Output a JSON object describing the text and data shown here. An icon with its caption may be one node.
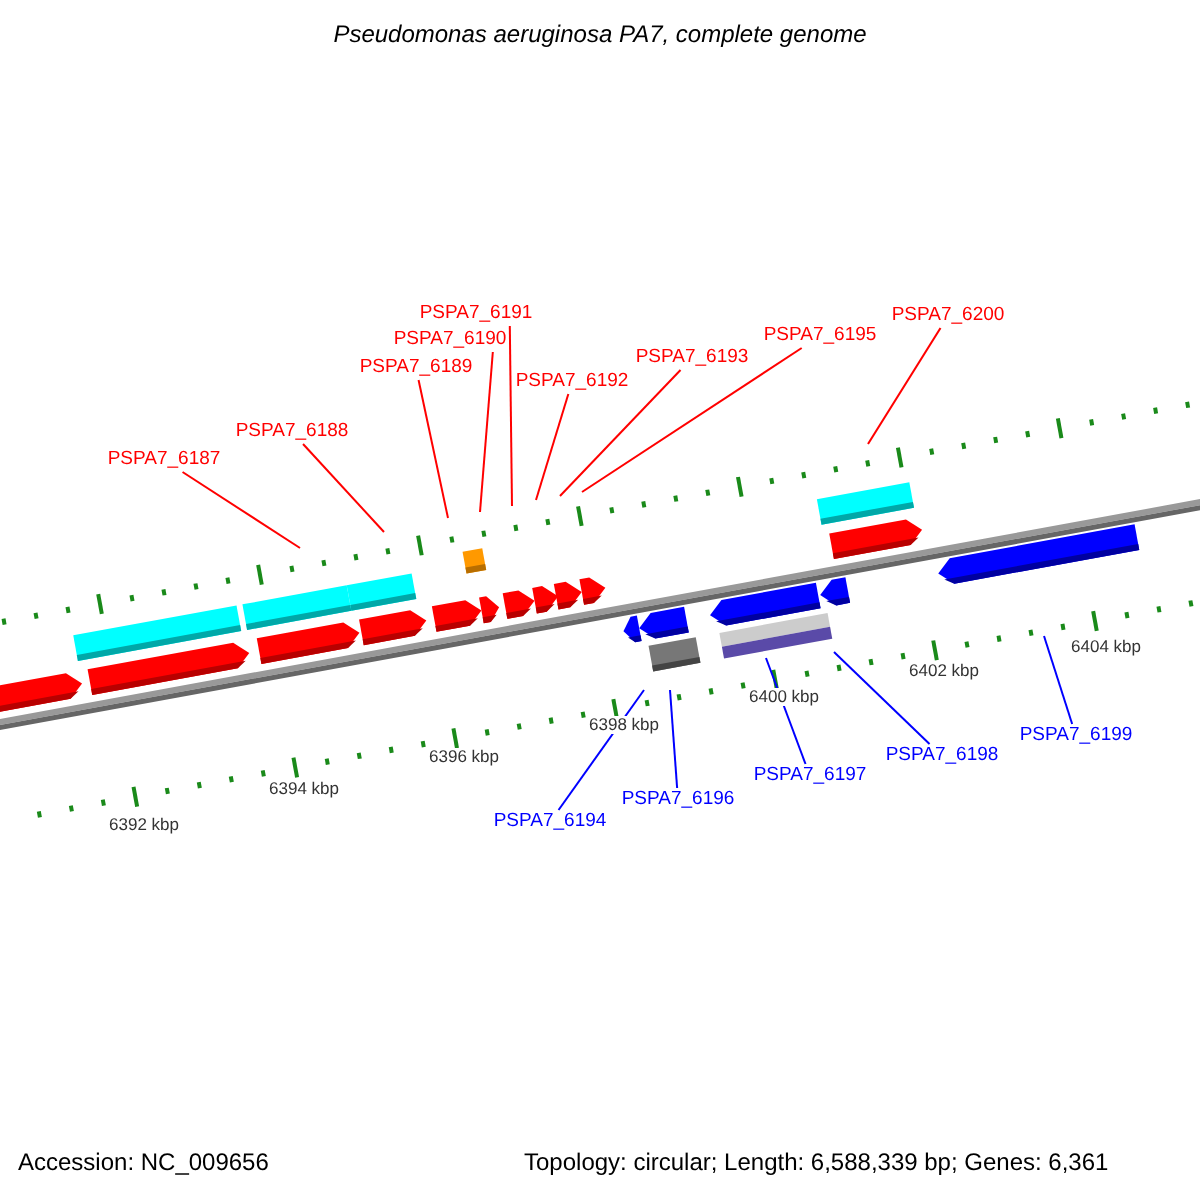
{
  "diagram": {
    "title": "Pseudomonas aeruginosa PA7, complete genome",
    "nodes": [
      {
        "text": [
          "PSPA7_6187"
        ]
      },
      {
        "text": [
          "PSPA7_6188"
        ]
      },
      {
        "text": [
          "PSPA7_6189"
        ]
      },
      {
        "text": [
          "PSPA7_6190"
        ]
      },
      {
        "text": [
          "PSPA7_6191"
        ]
      },
      {
        "text": [
          "PSPA7_6192"
        ]
      },
      {
        "text": [
          "PSPA7_6193"
        ]
      },
      {
        "text": [
          "PSPA7_6195"
        ]
      },
      {
        "text": [
          "PSPA7_6200"
        ]
      },
      {
        "text": [
          "PSPA7_6194"
        ]
      },
      {
        "text": [
          "PSPA7_6196"
        ]
      },
      {
        "text": [
          "PSPA7_6197"
        ]
      },
      {
        "text": [
          "PSPA7_6198"
        ]
      },
      {
        "text": [
          "PSPA7_6199"
        ]
      }
    ],
    "edges": [
      {
        "from": 0,
        "to": null,
        "arrow": "none"
      },
      {
        "from": 1,
        "to": null,
        "arrow": "none"
      },
      {
        "from": 2,
        "to": null,
        "arrow": "none"
      },
      {
        "from": 3,
        "to": null,
        "arrow": "none"
      },
      {
        "from": 4,
        "to": null,
        "arrow": "none"
      },
      {
        "from": 5,
        "to": null,
        "arrow": "none"
      },
      {
        "from": 6,
        "to": null,
        "arrow": "none"
      },
      {
        "from": 7,
        "to": null,
        "arrow": "none"
      },
      {
        "from": 8,
        "to": null,
        "arrow": "none"
      },
      {
        "from": 9,
        "to": null,
        "arrow": "none",
        "color": "#0000ff"
      },
      {
        "from": 10,
        "to": null,
        "arrow": "none",
        "color": "#0000ff"
      },
      {
        "from": 11,
        "to": null,
        "arrow": "none",
        "color": "#0000ff"
      },
      {
        "from": 12,
        "to": null,
        "arrow": "none",
        "color": "#0000ff"
      },
      {
        "from": 13,
        "to": null,
        "arrow": "none",
        "color": "#0000ff"
      }
    ],
    "labels": [
      "6392 kbp",
      "6394 kbp",
      "6396 kbp",
      "6398 kbp",
      "6400 kbp",
      "6402 kbp",
      "6404 kbp",
      "Accession: NC_009656",
      "Topology: circular; Length: 6,588,339 bp; Genes: 6,361"
    ]
  }
}
